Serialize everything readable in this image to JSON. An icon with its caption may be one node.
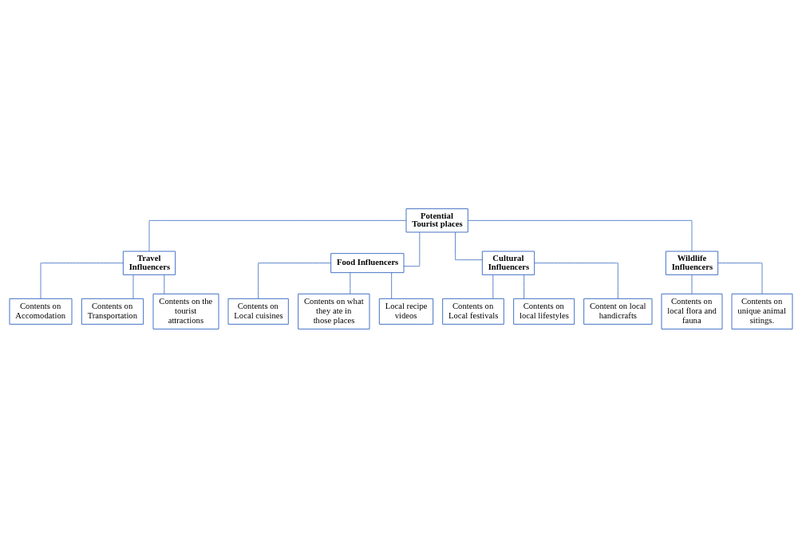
{
  "diagram": {
    "nodes": [
      {
        "text": [
          "Potential Tourist places"
        ]
      },
      {
        "text": [
          "Travel Influencers"
        ]
      },
      {
        "text": [
          "Food Influencers"
        ]
      },
      {
        "text": [
          "Cultural Influencers"
        ]
      },
      {
        "text": [
          "Wildlife Influencers"
        ]
      },
      {
        "text": [
          "Contents on Accomodation"
        ]
      },
      {
        "text": [
          "Contents on Transportation"
        ]
      },
      {
        "text": [
          "Contents on the tourist attractions"
        ]
      },
      {
        "text": [
          "Contents on Local cuisines"
        ]
      },
      {
        "text": [
          "Contents on what they ate in those places"
        ]
      },
      {
        "text": [
          "Local recipe videos"
        ]
      },
      {
        "text": [
          "Contents on Local festivals"
        ]
      },
      {
        "text": [
          "Contents on local lifestyles"
        ]
      },
      {
        "text": [
          "Content on local handicrafts"
        ]
      },
      {
        "text": [
          "Contents on local flora and fauna"
        ]
      },
      {
        "text": [
          "Contents on unique animal sitings."
        ]
      }
    ],
    "edges": [
      {
        "from": 0,
        "to": 1,
        "arrow": "none"
      },
      {
        "from": 0,
        "to": 2,
        "arrow": "none"
      },
      {
        "from": 0,
        "to": 3,
        "arrow": "none"
      },
      {
        "from": 0,
        "to": 4,
        "arrow": "none"
      },
      {
        "from": 1,
        "to": 5,
        "arrow": "none"
      },
      {
        "from": 1,
        "to": 6,
        "arrow": "none"
      },
      {
        "from": 1,
        "to": 7,
        "arrow": "none"
      },
      {
        "from": 2,
        "to": 8,
        "arrow": "none"
      },
      {
        "from": 2,
        "to": 9,
        "arrow": "none"
      },
      {
        "from": 2,
        "to": 10,
        "arrow": "none"
      },
      {
        "from": 3,
        "to": 11,
        "arrow": "none"
      },
      {
        "from": 3,
        "to": 12,
        "arrow": "none"
      },
      {
        "from": 3,
        "to": 13,
        "arrow": "none"
      },
      {
        "from": 4,
        "to": 14,
        "arrow": "none"
      },
      {
        "from": 4,
        "to": 15,
        "arrow": "none"
      }
    ]
  }
}
